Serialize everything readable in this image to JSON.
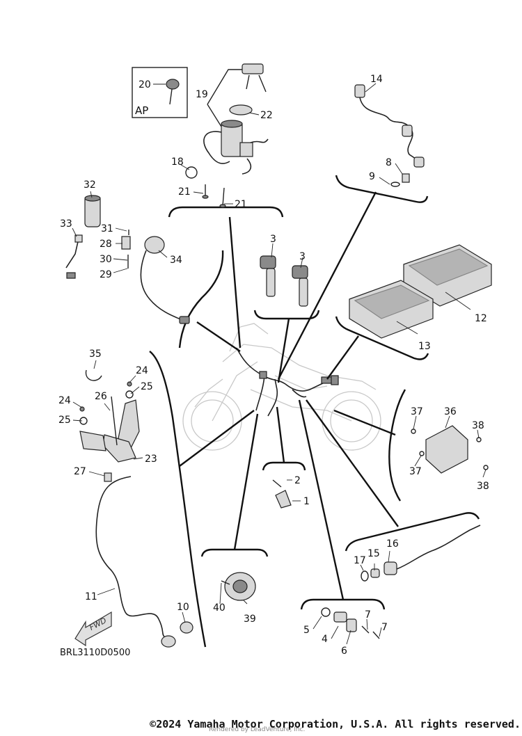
{
  "diagram": {
    "callouts": [
      "1",
      "2",
      "3",
      "3",
      "4",
      "5",
      "6",
      "7",
      "7",
      "8",
      "9",
      "10",
      "11",
      "12",
      "13",
      "14",
      "15",
      "16",
      "17",
      "18",
      "19",
      "20",
      "21",
      "21",
      "22",
      "23",
      "24",
      "24",
      "25",
      "25",
      "26",
      "27",
      "28",
      "29",
      "30",
      "31",
      "32",
      "33",
      "34",
      "35",
      "36",
      "37",
      "37",
      "38",
      "38",
      "39",
      "40"
    ],
    "ap_label": "AP",
    "fwd_label": "FWD",
    "diagram_code": "BRL3110D0500"
  },
  "footer": {
    "copyright": "©2024 Yamaha Motor Corporation, U.S.A. All rights reserved.",
    "rendered_by": "Rendered by LeadVenture, Inc."
  }
}
